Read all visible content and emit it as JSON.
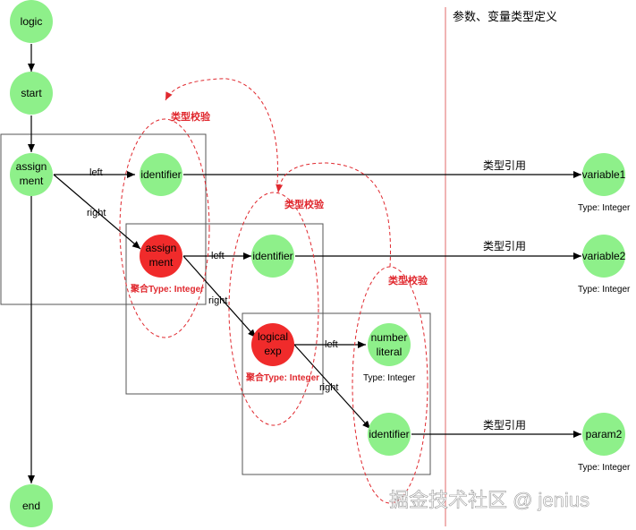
{
  "header": {
    "title": "参数、变量类型定义"
  },
  "colors": {
    "green_node": "#8ef08a",
    "red_node": "#f02b2b",
    "red_text": "#e0282e",
    "divider": "#e06a6a"
  },
  "nodes": {
    "logic": "logic",
    "start": "start",
    "assignment1": [
      "assign",
      "ment"
    ],
    "identifier1": "identifier",
    "assignment2": [
      "assign",
      "ment"
    ],
    "identifier2": "identifier",
    "logicalexp": [
      "logical",
      "exp"
    ],
    "number_literal": [
      "number",
      "literal"
    ],
    "identifier3": "identifier",
    "end": "end",
    "variable1": "variable1",
    "variable2": "variable2",
    "param2": "param2"
  },
  "edges": {
    "left1": "left",
    "right1": "right",
    "left2": "left",
    "right2": "right",
    "left3": "left",
    "right3": "right"
  },
  "labels": {
    "type_check_1": "类型校验",
    "type_check_2": "类型校验",
    "type_check_3": "类型校验",
    "type_ref_1": "类型引用",
    "type_ref_2": "类型引用",
    "type_ref_3": "类型引用",
    "agg_type_1": "聚合Type: Integer",
    "agg_type_2": "聚合Type: Integer",
    "type_number_literal": "Type: Integer",
    "type_variable1": "Type: Integer",
    "type_variable2": "Type: Integer",
    "type_param2": "Type: Integer"
  },
  "watermark": "掘金技术社区 @ jenius"
}
